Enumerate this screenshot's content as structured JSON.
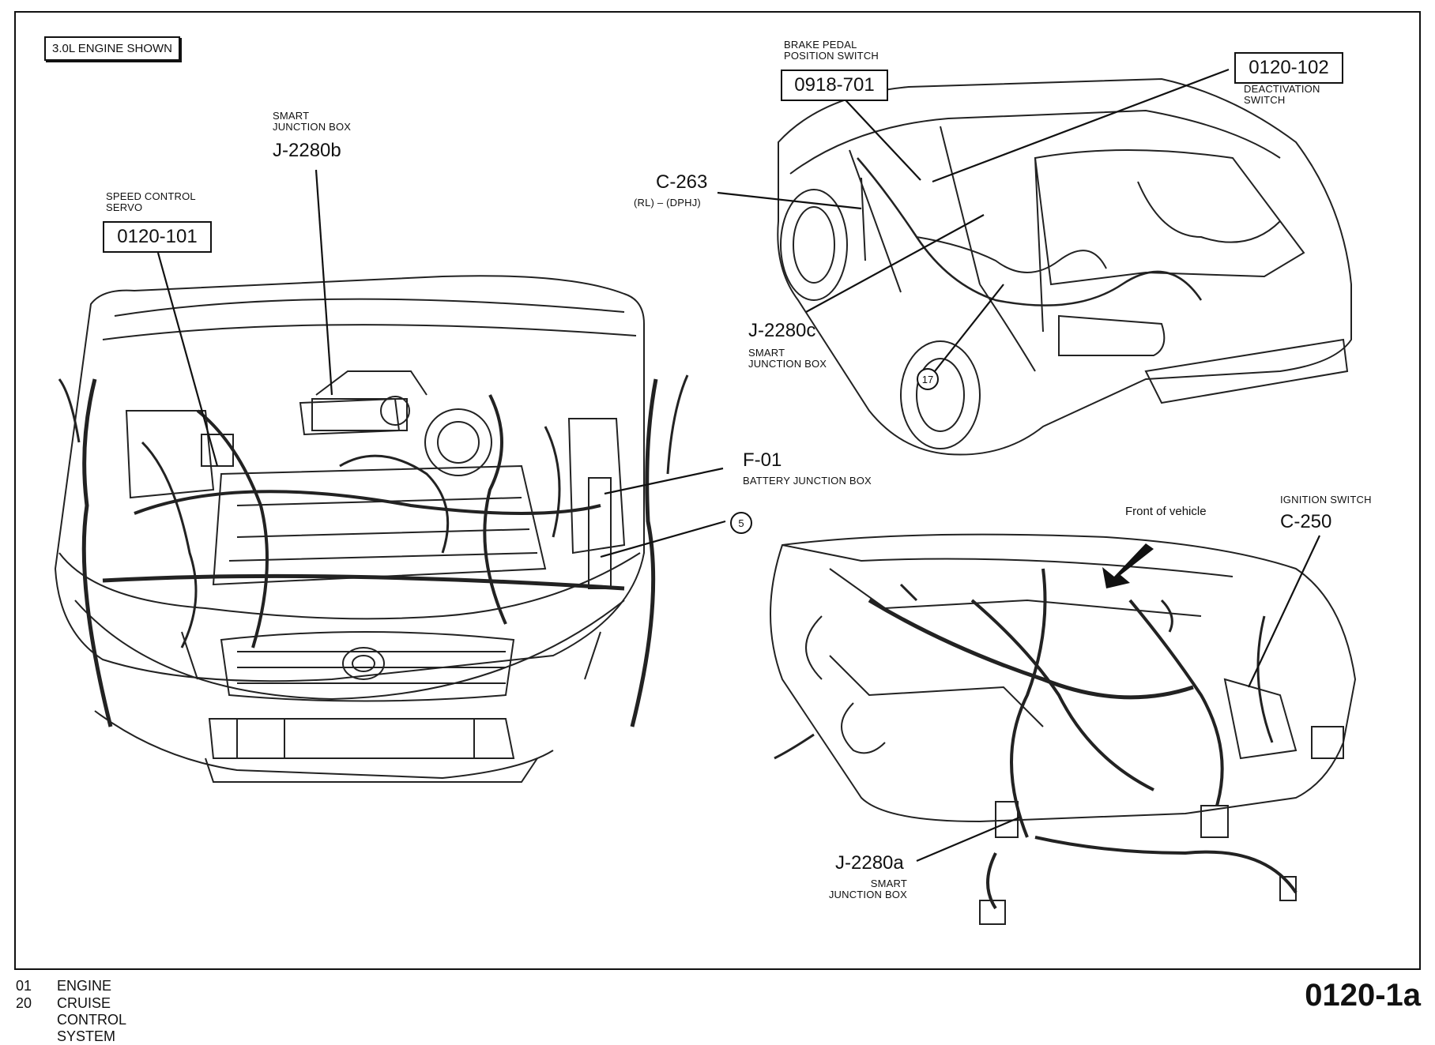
{
  "engine_note": "3.0L ENGINE SHOWN",
  "labels": {
    "servo": {
      "title": "SPEED CONTROL\nSERVO",
      "code": "0120-101"
    },
    "sjb_b": {
      "title": "SMART\nJUNCTION BOX",
      "code": "J-2280b"
    },
    "brake": {
      "title": "BRAKE PEDAL\nPOSITION SWITCH",
      "code": "0918-701"
    },
    "deact": {
      "title": "DEACTIVATION\nSWITCH",
      "code": "0120-102"
    },
    "c263": {
      "code": "C-263",
      "note": "(RL) – (DPHJ)"
    },
    "sjb_c": {
      "code": "J-2280c",
      "title": "SMART\nJUNCTION BOX"
    },
    "circle17": "17",
    "f01": {
      "code": "F-01",
      "title": "BATTERY JUNCTION BOX"
    },
    "circle5": "5",
    "front": "Front of vehicle",
    "ign": {
      "title": "IGNITION SWITCH",
      "code": "C-250"
    },
    "sjb_a": {
      "code": "J-2280a",
      "title": "SMART\nJUNCTION BOX"
    }
  },
  "footer": {
    "rows": [
      {
        "num": "01",
        "text": "ENGINE"
      },
      {
        "num": "20",
        "text": "CRUISE CONTROL SYSTEM"
      }
    ],
    "page_id": "0120-1a"
  }
}
